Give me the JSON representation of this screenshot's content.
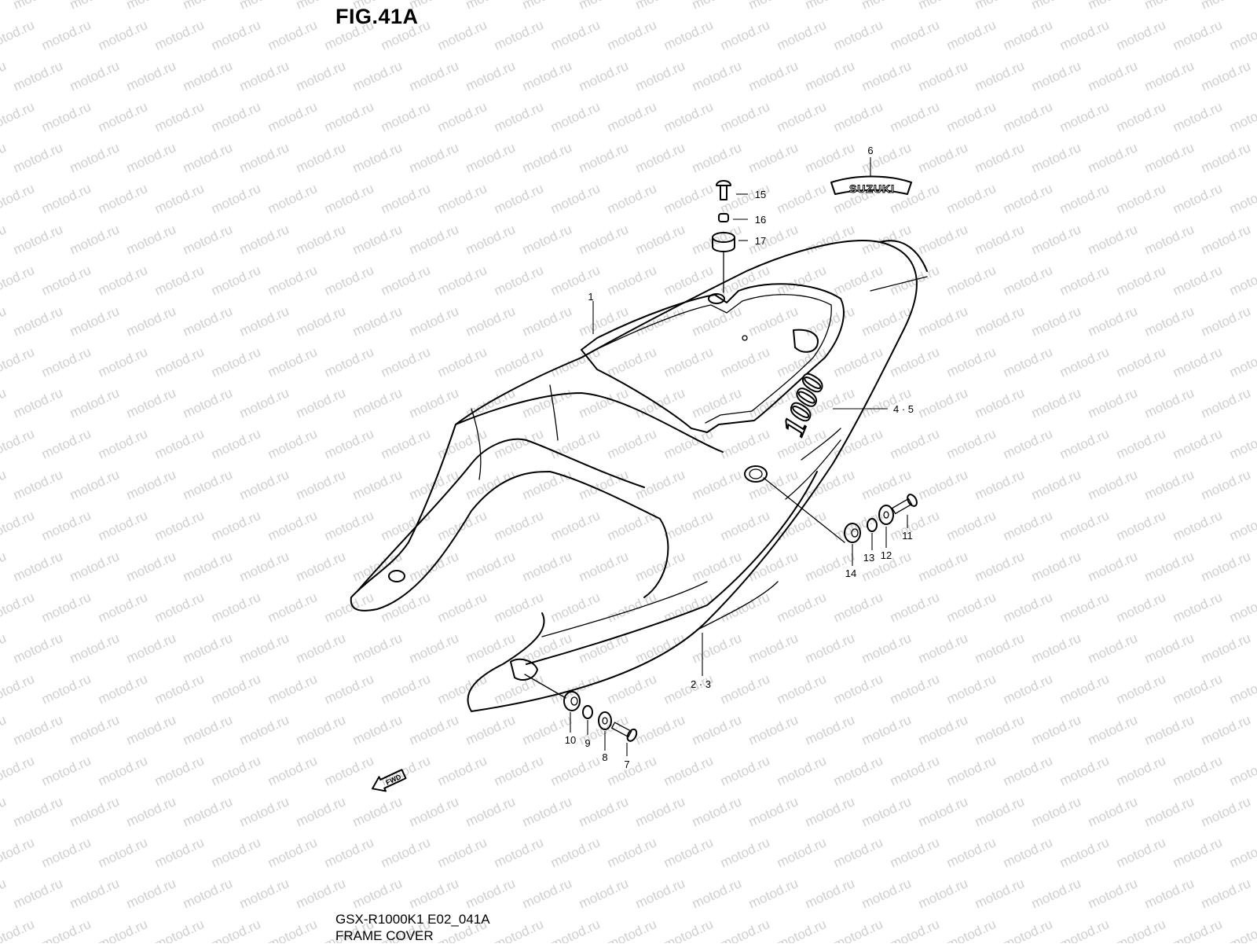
{
  "figure": {
    "title": "FIG.41A",
    "model_code": "GSX-R1000K1 E02_041A",
    "name": "FRAME COVER"
  },
  "watermark": {
    "text": "motod.ru",
    "color": "#cfcfcf"
  },
  "decals": {
    "brand": "SUZUKI",
    "model_number": "1000",
    "direction": "FWD"
  },
  "callouts": [
    {
      "id": "c1",
      "label": "1"
    },
    {
      "id": "c23",
      "label": "2 · 3"
    },
    {
      "id": "c45",
      "label": "4 · 5"
    },
    {
      "id": "c6",
      "label": "6"
    },
    {
      "id": "c7",
      "label": "7"
    },
    {
      "id": "c8",
      "label": "8"
    },
    {
      "id": "c9",
      "label": "9"
    },
    {
      "id": "c10",
      "label": "10"
    },
    {
      "id": "c11",
      "label": "11"
    },
    {
      "id": "c12",
      "label": "12"
    },
    {
      "id": "c13",
      "label": "13"
    },
    {
      "id": "c14",
      "label": "14"
    },
    {
      "id": "c15",
      "label": "15"
    },
    {
      "id": "c16",
      "label": "16"
    },
    {
      "id": "c17",
      "label": "17"
    }
  ]
}
